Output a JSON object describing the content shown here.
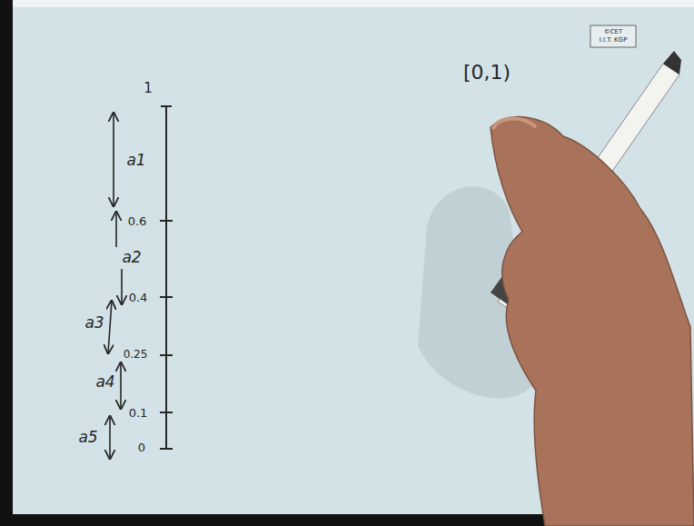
{
  "diagram": {
    "labels": [
      "1",
      "a1",
      "0.6",
      "a2",
      "0.4",
      "a3",
      "0.25",
      "a4",
      "0.1",
      "a5",
      "0",
      "[0,1)",
      "©CET",
      "I.I.T. KGP"
    ]
  }
}
